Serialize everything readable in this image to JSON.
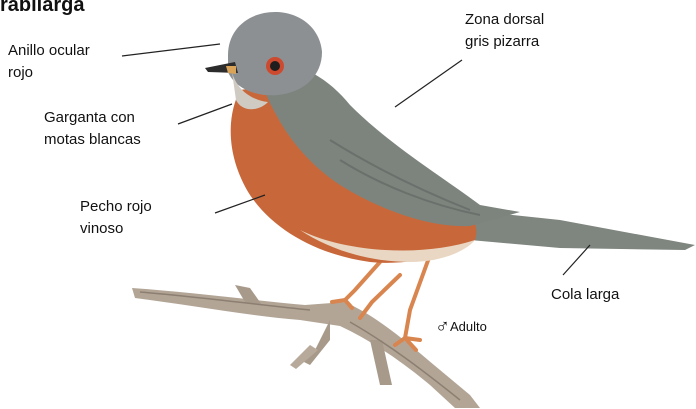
{
  "title": "rabilarga",
  "labels": {
    "eye_ring": [
      "Anillo ocular",
      "rojo"
    ],
    "back": [
      "Zona dorsal",
      "gris pizarra"
    ],
    "throat": [
      "Garganta con",
      "motas blancas"
    ],
    "breast": [
      "Pecho rojo",
      "vinoso"
    ],
    "tail": [
      "Cola larga"
    ]
  },
  "sex": {
    "symbol": "♂",
    "text": "Adulto"
  },
  "colors": {
    "head": "#8d9093",
    "back": "#7d847e",
    "breast": "#c8683a",
    "belly": "#e9d7c3",
    "branch": "#b2a596",
    "eye_ring": "#cd4a2f"
  }
}
